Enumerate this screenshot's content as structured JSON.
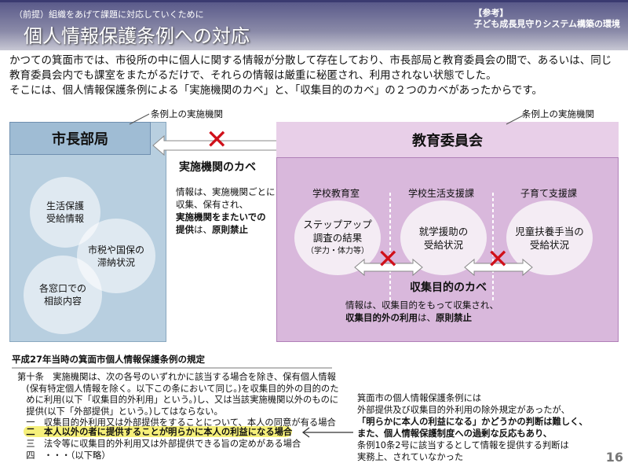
{
  "header": {
    "subtitle": "（前提）組織をあげて課題に対応していくために",
    "title": "個人情報保護条例への対応",
    "ref_label": "【参考】",
    "ref_title": "子ども成長見守りシステム構築の環境"
  },
  "intro": [
    "かつての箕面市では、市役所の中に個人に関する情報が分散して存在しており、市長部局と教育委員会の間で、あるいは、同じ",
    "教育委員会内でも課室をまたがるだけで、それらの情報は厳重に秘匿され、利用されない状態でした。",
    "そこには、個人情報保護条例による「実施機関のカベ」と、「収集目的のカベ」の２つのカベがあったからです。"
  ],
  "left": {
    "callout": "条例上の実施機関",
    "title": "市長部局",
    "circles": [
      "生活保護\n受給情報",
      "市税や国保の\n滞納状況",
      "各窓口での\n相談内容"
    ]
  },
  "wall1": {
    "title": "実施機関のカベ",
    "desc1": "情報は、実施機関ごとに",
    "desc2": "収集、保有され、",
    "desc3": "実施機関をまたいでの",
    "desc4a": "提供",
    "desc4b": "は、",
    "desc4c": "原則禁止"
  },
  "right": {
    "callout": "条例上の実施機関",
    "title": "教育委員会",
    "depts": [
      {
        "name": "学校教育室",
        "info": "ステップアップ\n調査の結果",
        "sub": "（学力・体力等）"
      },
      {
        "name": "学校生活支援課",
        "info": "就学援助の\n受給状況"
      },
      {
        "name": "子育て支援課",
        "info": "児童扶養手当の\n受給状況"
      }
    ]
  },
  "wall2": {
    "title": "収集目的のカベ",
    "desc1": "情報は、収集目的をもって収集され、",
    "desc2a": "収集目的外の利用",
    "desc2b": "は、",
    "desc2c": "原則禁止"
  },
  "law": {
    "heading": "平成27年当時の箕面市個人情報保護条例の規定",
    "lines": [
      "第十条　実施機関は、次の各号のいずれかに該当する場合を除き、保有個人情報",
      "　(保有特定個人情報を除く。以下この条において同じ。)を収集目的外の目的のた",
      "　めに利用(以下「収集目的外利用」という。)し、又は当該実施機関以外のものに",
      "　提供(以下「外部提供」という。)してはならない。",
      "　一　収集目的外利用又は外部提供をすることについて、本人の同意が有る場合",
      "　二　本人以外の者に提供することが明らかに本人の利益になる場合",
      "　三　法令等に収集目的外利用又は外部提供できる旨の定めがある場合",
      "　四　・・・（以下略）"
    ]
  },
  "note": {
    "lines": [
      "箕面市の個人情報保護条例には",
      "外部提供及び収集目的外利用の除外規定があったが、",
      "「明らかに本人の利益になる」かどうかの判断は難しく、",
      "また、個人情報保護制度への過剰な反応もあり、",
      "条例10条2号に該当するとして情報を提供する判断は",
      "実務上、されていなかった"
    ]
  },
  "page_number": "16"
}
